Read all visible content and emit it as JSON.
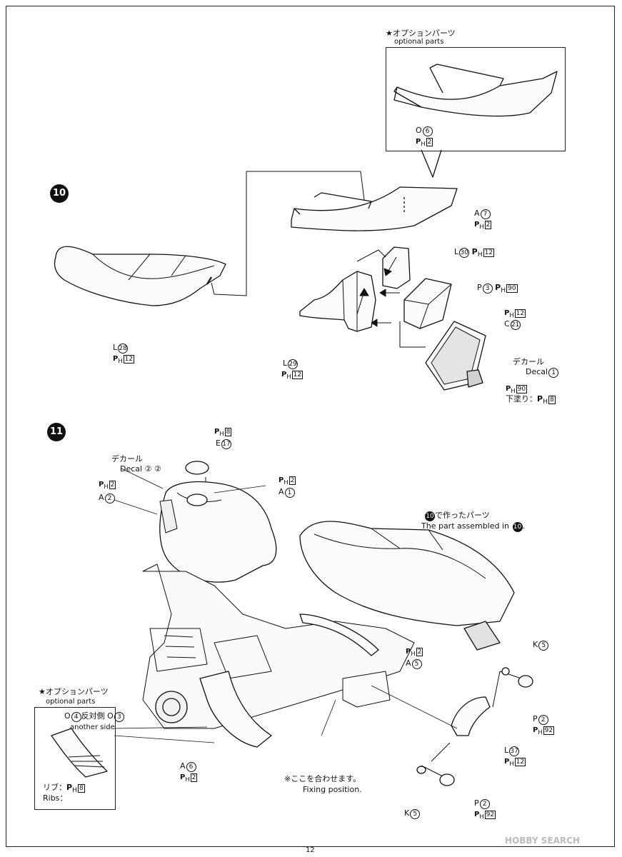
{
  "page_number": "12",
  "watermark": "HOBBY SEARCH",
  "step10": {
    "number": "10",
    "option": {
      "title_jp": "★オプションパーツ",
      "title_en": "optional parts",
      "part": "O",
      "part_num": "6",
      "paint": "2"
    },
    "parts": [
      {
        "id": "a7",
        "part": "A",
        "num": "7",
        "paint": "2"
      },
      {
        "id": "l30",
        "part": "L",
        "num": "30",
        "paint": "12"
      },
      {
        "id": "p3",
        "part": "P",
        "num": "3",
        "paint": "90"
      },
      {
        "id": "c21",
        "part": "C",
        "num": "21",
        "paint": "12"
      },
      {
        "id": "l28",
        "part": "L",
        "num": "28",
        "paint": "12"
      },
      {
        "id": "l29",
        "part": "L",
        "num": "29",
        "paint": "12"
      }
    ],
    "decal_jp": "デカール",
    "decal_en": "Decal",
    "decal_num": "1",
    "decal_paint": "90",
    "undercoat_jp": "下塗り：",
    "undercoat_paint": "8"
  },
  "step11": {
    "number": "11",
    "e17": {
      "part": "E",
      "num": "17",
      "paint": "8"
    },
    "decal_jp": "デカール",
    "decal_en": "Decal",
    "decal_nums": "② ②",
    "a2": {
      "part": "A",
      "num": "2",
      "paint": "2"
    },
    "a1": {
      "part": "A",
      "num": "1",
      "paint": "2"
    },
    "made_in10_jp": "で作ったパーツ",
    "made_in10_en": "The part assembled in",
    "a5": {
      "part": "A",
      "num": "5",
      "paint": "2"
    },
    "k5_top": {
      "part": "K",
      "num": "5"
    },
    "p2_top": {
      "part": "P",
      "num": "2",
      "paint": "92"
    },
    "l37": {
      "part": "L",
      "num": "37",
      "paint": "12"
    },
    "a6": {
      "part": "A",
      "num": "6",
      "paint": "2"
    },
    "fixing_jp": "※ここを合わせます。",
    "fixing_en": "Fixing position.",
    "p2_bottom": {
      "part": "P",
      "num": "2",
      "paint": "92"
    },
    "k5_bottom": {
      "part": "K",
      "num": "5"
    },
    "option": {
      "title_jp": "★オプションパーツ",
      "title_en": "optional parts",
      "o4": "O",
      "o4_num": "4",
      "other_jp": "反対側",
      "o3": "O",
      "o3_num": "3",
      "other_en": "another side",
      "ribs_jp": "リブ：",
      "ribs_paint": "8",
      "ribs_en": "Ribs："
    }
  },
  "paint_prefix": "P",
  "paint_sub": "H"
}
